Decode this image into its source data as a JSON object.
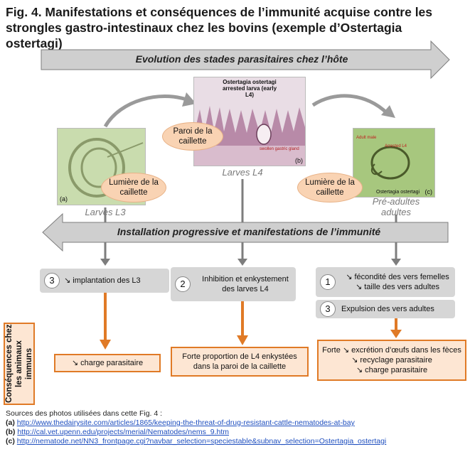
{
  "title": "Fig. 4. Manifestations et conséquences de l’immunité acquise contre les strongles gastro-intestinaux chez les bovins (exemple d’Ostertagia ostertagi)",
  "banner_top": "Evolution des stades parasitaires chez l’hôte",
  "banner_middle": "Installation progressive et manifestations de l’immunité",
  "photos": {
    "a": {
      "tag": "(a)"
    },
    "b": {
      "caption_line1": "Ostertagia ostertagi",
      "caption_line2": "arrested larva (early L4)",
      "tag": "(b)",
      "gland_label": "swollen gastric gland"
    },
    "c": {
      "tag": "(c)",
      "label_adult": "Adult male",
      "label_arrested": "Arrested L4",
      "caption": "Ostertagia ostertagi"
    }
  },
  "ovals": {
    "left": "Lumière de la caillette",
    "center": "Paroi de la caillette",
    "right": "Lumière de la caillette"
  },
  "stages": {
    "l3": "Larves L3",
    "l4": "Larves L4",
    "pre_adults": "Pré-adultes adultes"
  },
  "manifestations": {
    "left": {
      "num": "3",
      "text": "↘ implantation des L3"
    },
    "center": {
      "num": "2",
      "line1": "Inhibition et enkystement",
      "line2": "des larves L4"
    },
    "right1": {
      "num": "1",
      "line1": "↘ fécondité des vers femelles",
      "line2": "↘ taille des vers adultes"
    },
    "right2": {
      "num": "3",
      "text": "Expulsion des vers adultes"
    }
  },
  "consequences_label": "Conséquences chez les animaux immuns",
  "consequences": {
    "left": "↘ charge parasitaire",
    "center_line1": "Forte proportion de L4 enkystées",
    "center_line2": "dans la paroi de la caillette",
    "right_line1": "Forte ↘ excrétion d’œufs dans les fèces",
    "right_line2": "↘ recyclage parasitaire",
    "right_line3": "↘ charge parasitaire"
  },
  "sources": {
    "heading": "Sources des photos utilisées dans cette Fig. 4 :",
    "items": [
      {
        "tag": "(a)",
        "url": "http://www.thedairysite.com/articles/1865/keeping-the-threat-of-drug-resistant-cattle-nematodes-at-bay"
      },
      {
        "tag": "(b)",
        "url": "http://cal.vet.upenn.edu/projects/merial/Nematodes/nems_9.htm"
      },
      {
        "tag": "(c)",
        "url": "http://nematode.net/NN3_frontpage.cgi?navbar_selection=speciestable&subnav_selection=Ostertagia_ostertagi"
      }
    ]
  },
  "colors": {
    "arrow_gray": "#cfcfcf",
    "oval_fill": "#f9d3b3",
    "orange_border": "#e07a26",
    "orange_fill": "#fde6d3",
    "gray_box": "#d6d6d6"
  }
}
